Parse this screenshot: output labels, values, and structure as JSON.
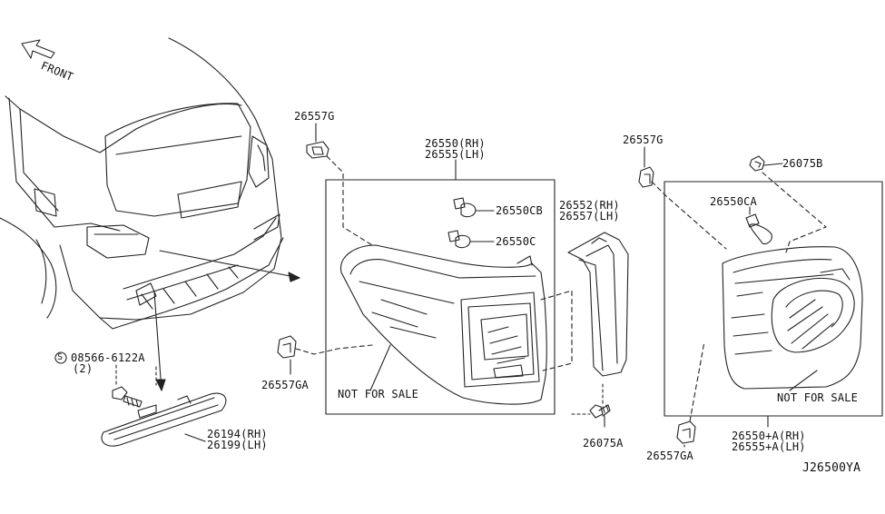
{
  "front_label": "FRONT",
  "diagram_id": "J26500YA",
  "not_for_sale_1": "NOT FOR SALE",
  "not_for_sale_2": "NOT FOR SALE",
  "parts": {
    "p26557g_left": "26557G",
    "p26550_rh": "26550(RH)",
    "p26555_lh": "26555(LH)",
    "p26550cb": "26550CB",
    "p26550c": "26550C",
    "p26557ga_left": "26557GA",
    "p26552_rh": "26552(RH)",
    "p26557_lh": "26557(LH)",
    "p26075a": "26075A",
    "p26557g_right": "26557G",
    "p26075b": "26075B",
    "p26550ca": "26550CA",
    "p26557ga_right": "26557GA",
    "p26550a_rh": "26550+A(RH)",
    "p26555a_lh": "26555+A(LH)",
    "p08566": "08566-6122A",
    "p08566_qty": "(2)",
    "screw_symbol": "S",
    "p26194_rh": "26194(RH)",
    "p26199_lh": "26199(LH)"
  }
}
